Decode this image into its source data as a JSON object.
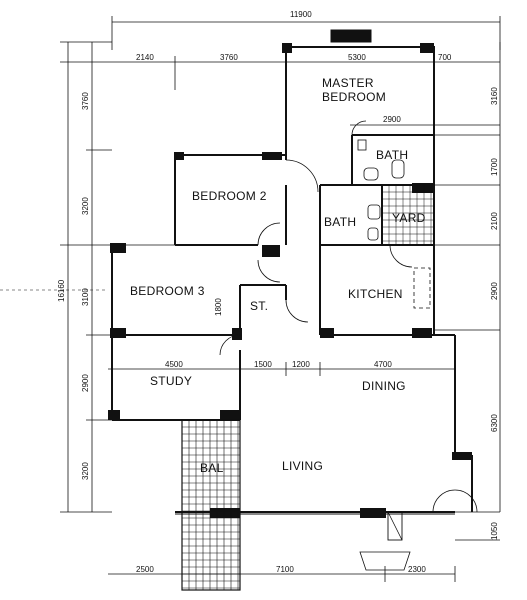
{
  "rooms": {
    "master_bedroom_line1": "MASTER",
    "master_bedroom_line2": "BEDROOM",
    "bedroom2": "BEDROOM 2",
    "bedroom3": "BEDROOM 3",
    "bath_upper": "BATH",
    "bath_lower": "BATH",
    "yard": "YARD",
    "store": "ST.",
    "kitchen": "KITCHEN",
    "study": "STUDY",
    "dining": "DINING",
    "living": "LIVING",
    "balcony": "BAL"
  },
  "dimensions": {
    "top_overall": "11900",
    "top_a": "2140",
    "top_b": "3760",
    "top_c": "5300",
    "top_d": "700",
    "inner_bath_width": "2900",
    "mid_a": "4500",
    "mid_b": "1500",
    "mid_c": "1200",
    "mid_d": "4700",
    "bottom_a": "2500",
    "bottom_b": "7100",
    "bottom_c": "2300",
    "left_overall": "16160",
    "left_a": "3760",
    "left_b": "3200",
    "left_c": "3100",
    "left_d": "2900",
    "left_e": "3200",
    "right_a": "3160",
    "right_b": "1700",
    "right_c": "2100",
    "right_d": "2900",
    "right_e": "6300",
    "right_f": "1050",
    "store_depth": "1800"
  }
}
